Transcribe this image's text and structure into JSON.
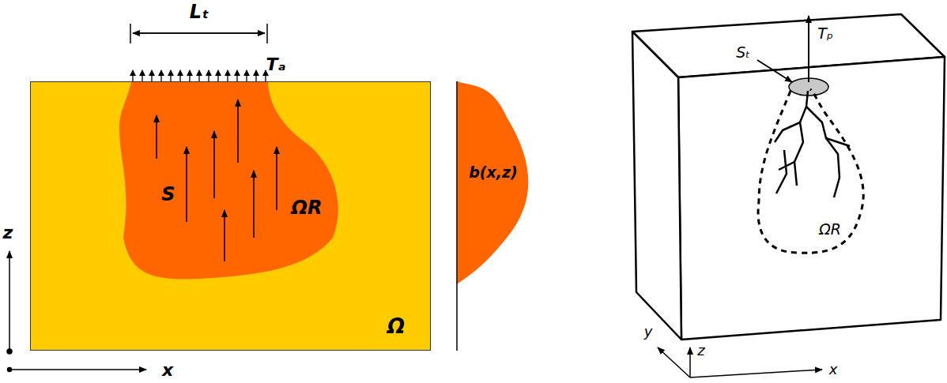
{
  "diagram": {
    "nodes": [
      {
        "text": [
          "Ω"
        ]
      },
      {
        "text": [
          "S",
          "ΩR"
        ],
        "in": 0
      },
      {
        "text": [
          "ΩR"
        ]
      }
    ],
    "labels": [
      "Lₜ",
      "Tₐ",
      "b(x,z)",
      "z",
      "x",
      "Sₜ",
      "Tₚ",
      "y",
      "z",
      "x"
    ]
  }
}
